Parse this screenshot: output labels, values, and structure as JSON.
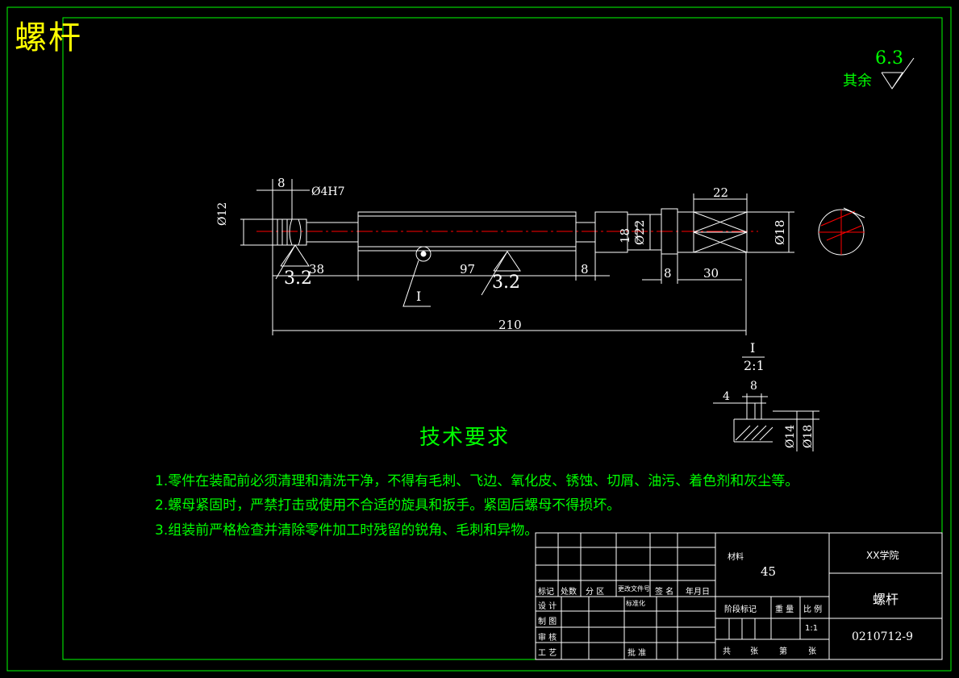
{
  "drawing_title": "螺杆",
  "roughness_note": {
    "prefix": "其余",
    "value": "6.3"
  },
  "dimensions": {
    "d12": "Ø12",
    "w8": "8",
    "d4h7": "Ø4H7",
    "d38": "38",
    "d97": "97",
    "d8a": "8",
    "d18a": "18",
    "d22": "Ø22",
    "d22top": "22",
    "d18b": "Ø18",
    "d8b": "8",
    "d30": "30",
    "d210": "210",
    "r32a": "3.2",
    "r32b": "3.2",
    "label_i": "I"
  },
  "detail": {
    "label": "I",
    "scale": "2:1",
    "d4": "4",
    "d8": "8",
    "d14": "Ø14",
    "d18": "Ø18"
  },
  "tech_requirements": {
    "title": "技术要求",
    "items": [
      "1.零件在装配前必须清理和清洗干净，不得有毛刺、飞边、氧化皮、锈蚀、切屑、油污、着色剂和灰尘等。",
      "2.螺母紧固时，严禁打击或使用不合适的旋具和扳手。紧固后螺母不得损坏。",
      "3.组装前严格检查并清除零件加工时残留的锐角、毛刺和异物。"
    ]
  },
  "title_block": {
    "material_label": "材料",
    "material": "45",
    "school": "XX学院",
    "part_name": "螺杆",
    "drawing_no": "0210712-9",
    "rev_headers": [
      "标记",
      "处数",
      "分 区",
      "更改文件号",
      "签 名",
      "年月日"
    ],
    "roles": [
      "设 计",
      "制 图",
      "审 核",
      "工 艺"
    ],
    "std_label": "标准化",
    "approve_label": "批 准",
    "stage_label": "阶段标记",
    "weight_label": "重 量",
    "scale_label": "比 例",
    "scale": "1:1",
    "sheet_text": [
      "共",
      "张",
      "第",
      "张"
    ]
  },
  "colors": {
    "frame": "#00ff00",
    "part": "#ffffff",
    "centerline": "#ff0000",
    "dim": "#ffffff",
    "title": "#ffff00"
  }
}
